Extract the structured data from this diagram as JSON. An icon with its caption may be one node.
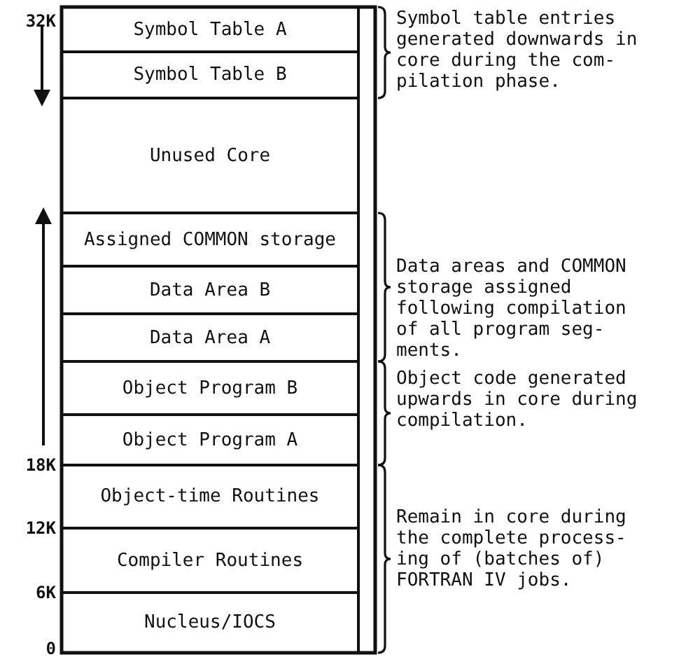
{
  "diagram": {
    "nodes": [
      {
        "text": [
          "Symbol Table A"
        ]
      },
      {
        "text": [
          "Symbol Table B"
        ]
      },
      {
        "text": [
          "Unused Core"
        ]
      },
      {
        "text": [
          "Assigned COMMON storage"
        ]
      },
      {
        "text": [
          "Data Area B"
        ]
      },
      {
        "text": [
          "Data Area A"
        ]
      },
      {
        "text": [
          "Object Program B"
        ]
      },
      {
        "text": [
          "Object Program A"
        ]
      },
      {
        "text": [
          "Object-time Routines"
        ]
      },
      {
        "text": [
          "Compiler Routines"
        ]
      },
      {
        "text": [
          "Nucleus/IOCS"
        ]
      }
    ],
    "labels": [
      "32K",
      "Symbol table entries generated downwards in core during the com- pilation phase.",
      "Data areas and COMMON storage assigned following compilation of all program seg- ments.",
      "Object code generated upwards in core during compilation.",
      "18K",
      "12K",
      "Remain in core during the complete process- ing of (batches of) FORTRAN IV jobs.",
      "6K",
      "0"
    ]
  }
}
